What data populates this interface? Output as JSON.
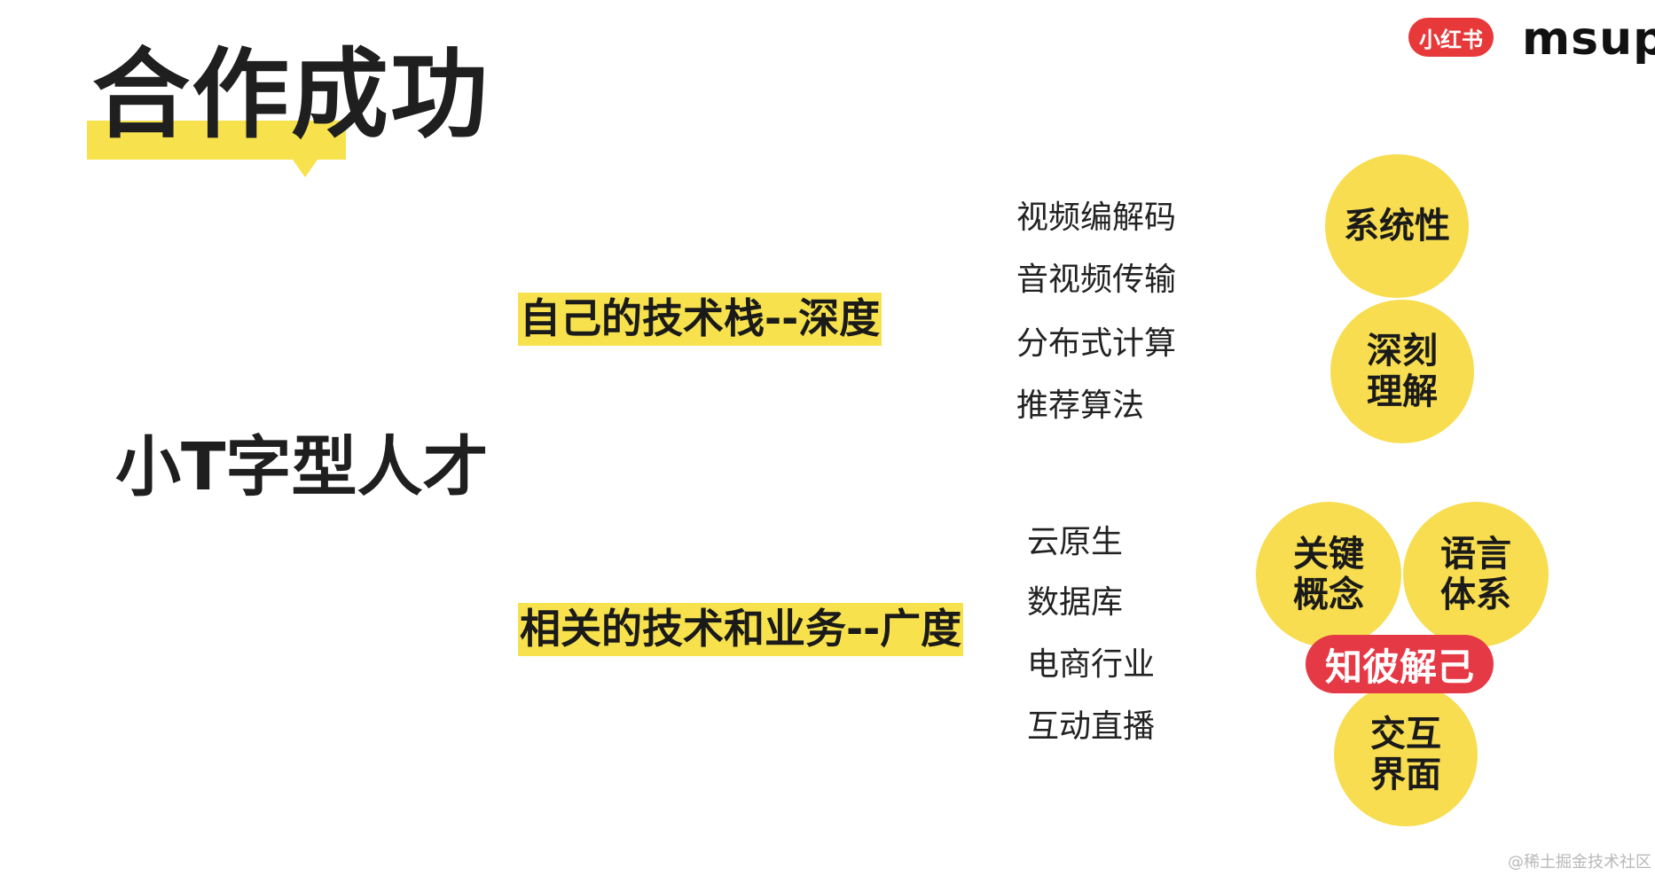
{
  "slide": {
    "title": "合作成功",
    "left_label": "小T字型人才"
  },
  "logos": {
    "xiaohongshu": "小红书",
    "msup": "msup",
    "msup_mark": "®"
  },
  "depth": {
    "label": "自己的技术栈--深度",
    "items": [
      "视频编解码",
      "音视频传输",
      "分布式计算",
      "推荐算法"
    ],
    "circles": [
      {
        "line1": "系统性",
        "line2": ""
      },
      {
        "line1": "深刻",
        "line2": "理解"
      }
    ]
  },
  "breadth": {
    "label": "相关的技术和业务--广度",
    "items": [
      "云原生",
      "数据库",
      "电商行业",
      "互动直播"
    ],
    "circles": [
      {
        "line1": "关键",
        "line2": "概念"
      },
      {
        "line1": "语言",
        "line2": "体系"
      },
      {
        "line1": "交互",
        "line2": "界面"
      }
    ],
    "pill": "知彼解己"
  },
  "watermark": "@稀土掘金技术社区",
  "colors": {
    "highlight": "#f7e24e",
    "circle": "#f7dd4f",
    "pill": "#e63946",
    "brand_red": "#e8393a"
  }
}
